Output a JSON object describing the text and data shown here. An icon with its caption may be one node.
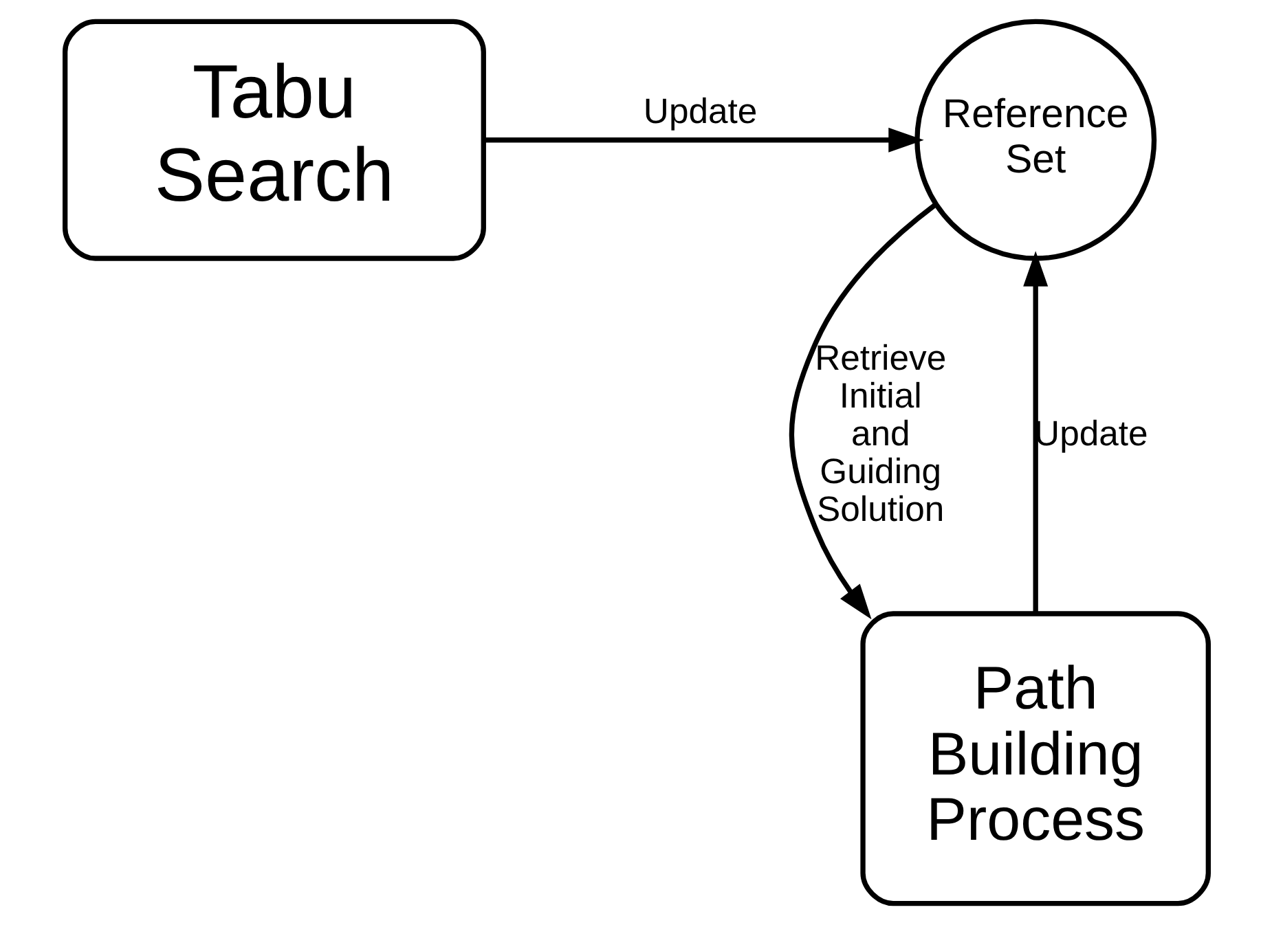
{
  "diagram": {
    "nodes": [
      {
        "text": [
          "Reference Set"
        ]
      },
      {
        "text": [
          "Tabu Search"
        ]
      },
      {
        "text": [
          "Path Building Process"
        ]
      }
    ],
    "edges": [
      {
        "from": 1,
        "to": 0,
        "arrow": "to",
        "label": "Update"
      },
      {
        "from": 0,
        "to": 2,
        "arrow": "to",
        "label": "Retrieve Initial and Guiding Solution"
      },
      {
        "from": 2,
        "to": 0,
        "arrow": "to",
        "label": "Update"
      }
    ]
  }
}
